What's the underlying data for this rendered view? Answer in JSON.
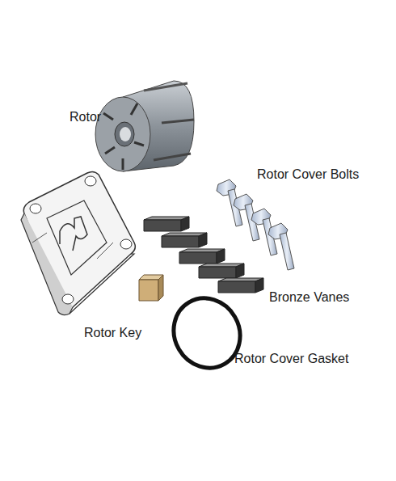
{
  "diagram": {
    "labels": [
      "Rotor",
      "Rotor Cover Bolts",
      "Bronze Vanes",
      "Rotor Key",
      "Rotor Cover Gasket"
    ]
  }
}
